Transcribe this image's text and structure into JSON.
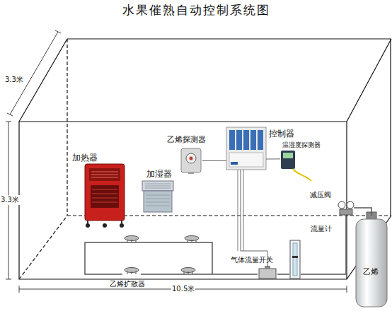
{
  "diagram": {
    "title": "水果催熟自动控制系统图",
    "nodes": [
      {
        "text": [
          "加热器"
        ]
      },
      {
        "text": [
          "加湿器"
        ]
      },
      {
        "text": [
          "乙烯探测器"
        ]
      },
      {
        "text": [
          "控制器"
        ]
      },
      {
        "text": [
          "温湿度探测器"
        ]
      },
      {
        "text": [
          "减压阀"
        ]
      },
      {
        "text": [
          "流量计"
        ]
      },
      {
        "text": [
          "气体流量开关"
        ]
      },
      {
        "text": [
          "乙烯扩散器"
        ]
      },
      {
        "text": [
          "乙烯"
        ]
      }
    ],
    "edges": [
      {
        "from": 2,
        "to": 3,
        "arrow": "none"
      },
      {
        "from": 3,
        "to": 4,
        "arrow": "none"
      },
      {
        "from": 9,
        "to": 5,
        "arrow": "none"
      },
      {
        "from": 5,
        "to": 6,
        "arrow": "none"
      },
      {
        "from": 6,
        "to": 7,
        "arrow": "none"
      },
      {
        "from": 7,
        "to": 8,
        "arrow": "none"
      },
      {
        "from": 3,
        "to": 7,
        "arrow": "none"
      }
    ],
    "labels": [
      "3.3米",
      "3.3米",
      "10.5米"
    ]
  }
}
